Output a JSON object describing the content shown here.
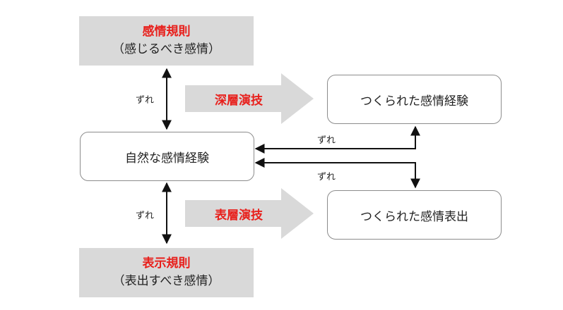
{
  "rule_top": {
    "title": "感情規則",
    "sub": "（感じるべき感情）"
  },
  "rule_bottom": {
    "title": "表示規則",
    "sub": "（表出すべき感情）"
  },
  "natural": "自然な感情経験",
  "made_experience": "つくられた感情経験",
  "made_expression": "つくられた感情表出",
  "deep_acting": "深層演技",
  "surface_acting": "表層演技",
  "zure_labels": [
    "ずれ",
    "ずれ",
    "ずれ",
    "ずれ"
  ],
  "colors": {
    "accent": "#e8201c",
    "gray_box": "#d9d9d9",
    "arrow_fill": "#d9d9d9",
    "border": "#8c8c8c"
  }
}
